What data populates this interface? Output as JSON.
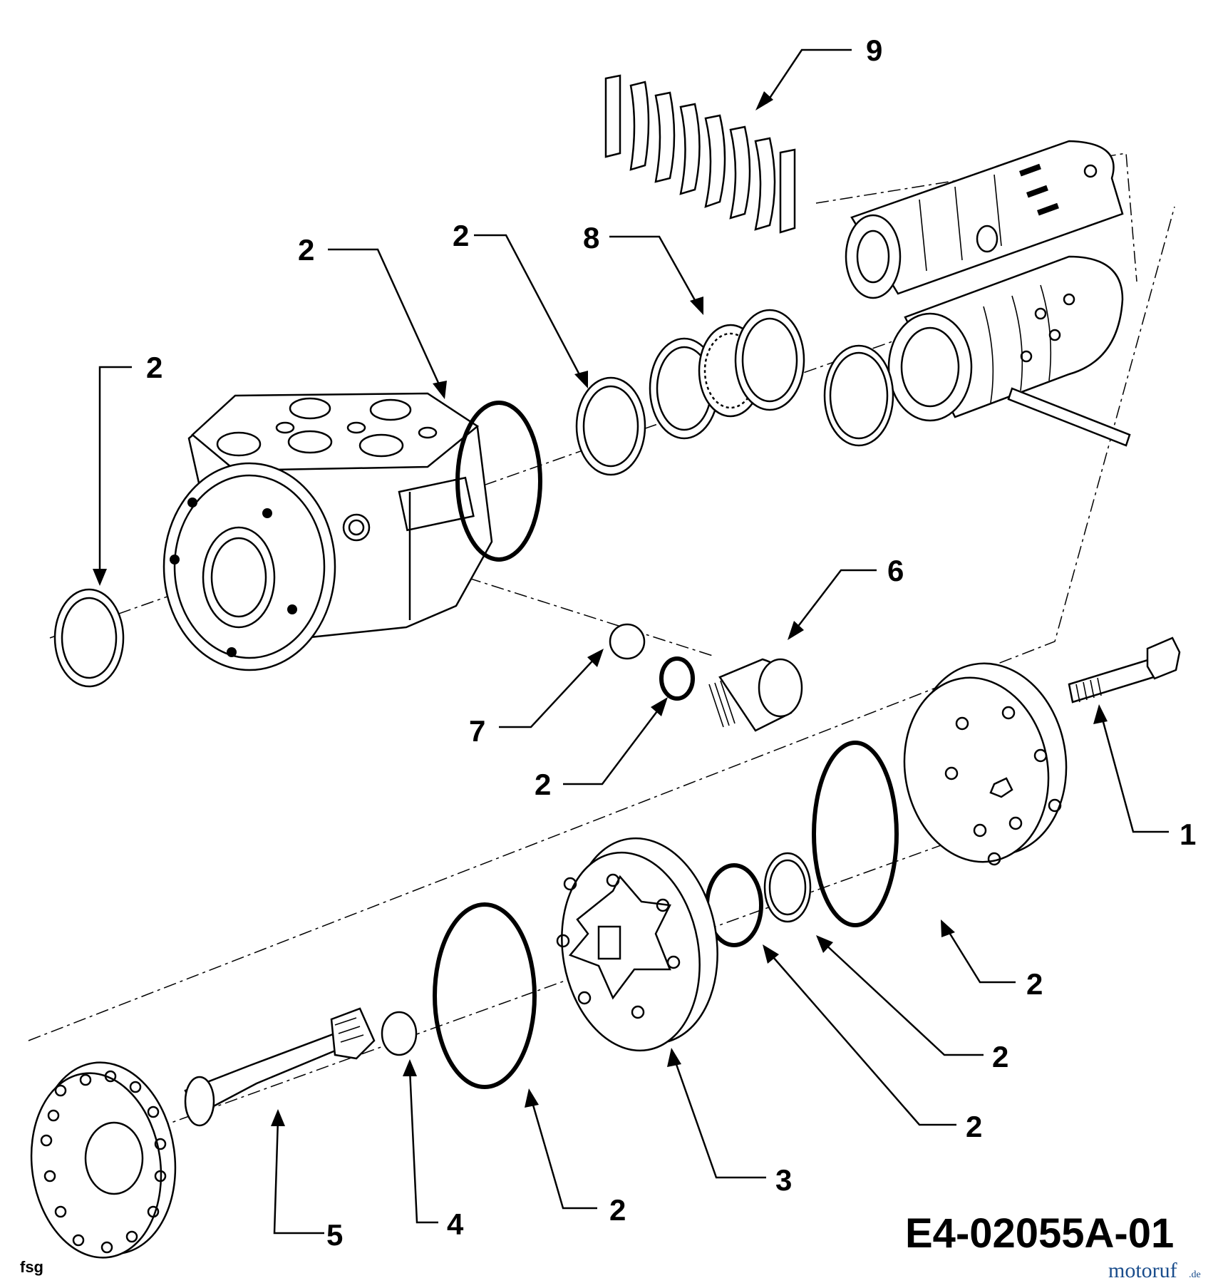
{
  "diagram": {
    "drawing_number": "E4-02055A-01",
    "author_mark": "fsg",
    "watermark": {
      "brand": "motoruf",
      "suffix": ".de"
    },
    "callouts": [
      {
        "label": "9"
      },
      {
        "label": "2"
      },
      {
        "label": "8"
      },
      {
        "label": "2"
      },
      {
        "label": "2"
      },
      {
        "label": "6"
      },
      {
        "label": "7"
      },
      {
        "label": "2"
      },
      {
        "label": "1"
      },
      {
        "label": "2"
      },
      {
        "label": "2"
      },
      {
        "label": "2"
      },
      {
        "label": "3"
      },
      {
        "label": "2"
      },
      {
        "label": "4"
      },
      {
        "label": "5"
      }
    ]
  }
}
